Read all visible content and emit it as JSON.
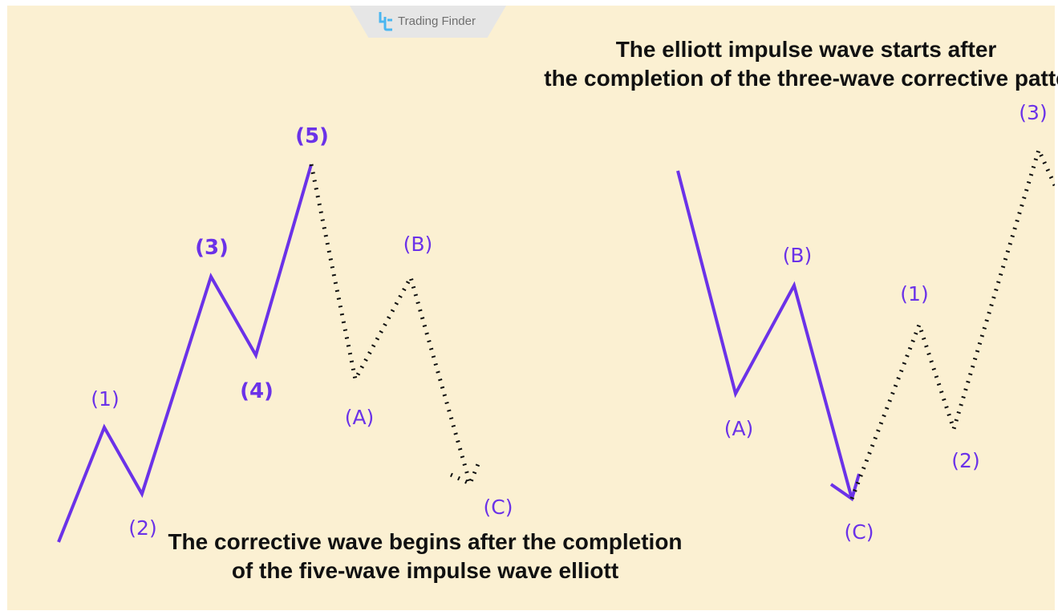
{
  "brand": {
    "name": "Trading Finder",
    "accent": "#6b32e8",
    "background": "#fbf0d2"
  },
  "left_diagram": {
    "impulse_labels": [
      "(1)",
      "(2)",
      "(3)",
      "(4)",
      "(5)"
    ],
    "corrective_labels": [
      "(A)",
      "(B)",
      "(C)"
    ],
    "caption_line1": "The corrective wave begins after the completion",
    "caption_line2": "of the five-wave impulse wave elliott"
  },
  "right_diagram": {
    "corrective_labels": [
      "(A)",
      "(B)",
      "(C)"
    ],
    "impulse_labels": [
      "(1)",
      "(2)",
      "(3)"
    ],
    "caption_line1": "The elliott impulse wave starts after",
    "caption_line2": "the completion of the three-wave corrective patte"
  },
  "icons": {
    "logo": "trading-finder-logo-icon"
  }
}
